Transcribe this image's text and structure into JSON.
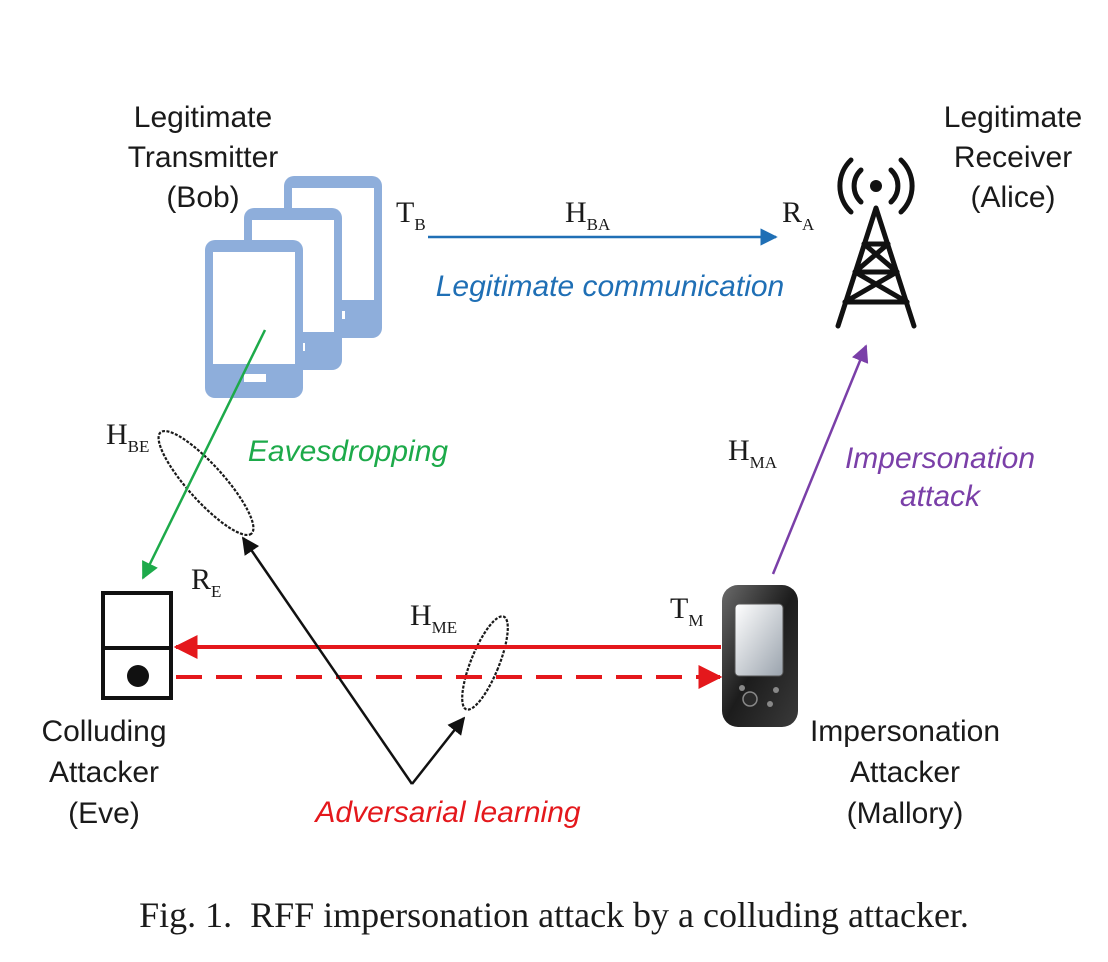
{
  "labels": {
    "bob": [
      "Legitimate",
      "Transmitter",
      "(Bob)"
    ],
    "alice": [
      "Legitimate",
      "Receiver",
      "(Alice)"
    ],
    "eve": [
      "Colluding",
      "Attacker",
      "(Eve)"
    ],
    "mallory": [
      "Impersonation",
      "Attacker",
      "(Mallory)"
    ]
  },
  "flows": {
    "legitimate_communication": "Legitimate communication",
    "eavesdropping": "Eavesdropping",
    "impersonation_attack": [
      "Impersonation",
      "attack"
    ],
    "adversarial_learning": "Adversarial learning"
  },
  "symbols": {
    "T_B": {
      "main": "T",
      "sub": "B"
    },
    "R_A": {
      "main": "R",
      "sub": "A"
    },
    "H_BA": {
      "main": "H",
      "sub": "BA"
    },
    "H_BE": {
      "main": "H",
      "sub": "BE"
    },
    "R_E": {
      "main": "R",
      "sub": "E"
    },
    "H_ME": {
      "main": "H",
      "sub": "ME"
    },
    "T_M": {
      "main": "T",
      "sub": "M"
    },
    "H_MA": {
      "main": "H",
      "sub": "MA"
    }
  },
  "caption": "Fig. 1.  RFF impersonation attack by a colluding attacker.",
  "colors": {
    "legitimate": "#1f6fb5",
    "eavesdrop": "#1daa4a",
    "impersonation": "#7a3fa8",
    "adversarial": "#e4181c",
    "phone": "#8eaedb"
  },
  "icons": [
    "phone-stack-icon",
    "cell-tower-icon",
    "receiver-box-icon",
    "handheld-device-icon",
    "channel-ellipse-icon"
  ]
}
